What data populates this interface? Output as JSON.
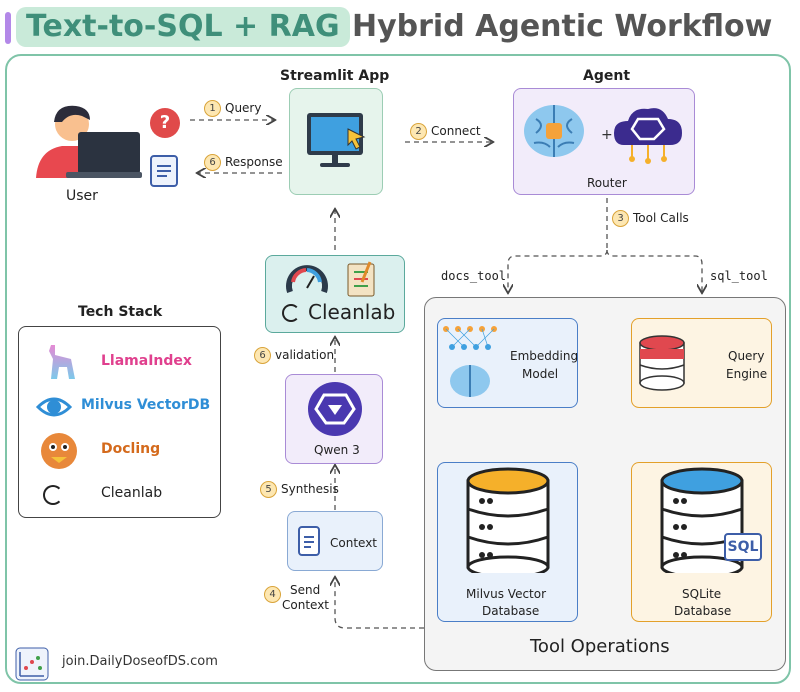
{
  "title": {
    "part1": "Text-to-SQL + RAG",
    "part2": "Hybrid Agentic Workflow"
  },
  "user": {
    "label": "User",
    "question_mark": "?"
  },
  "streamlit": {
    "title": "Streamlit App"
  },
  "agent": {
    "title": "Agent",
    "router_label": "Router",
    "plus": "+"
  },
  "steps": {
    "query": {
      "num": "1",
      "text": "Query"
    },
    "connect": {
      "num": "2",
      "text": "Connect"
    },
    "tool_calls": {
      "num": "3",
      "text": "Tool Calls"
    },
    "send_context": {
      "num": "4",
      "text_line1": "Send",
      "text_line2": "Context"
    },
    "synthesis": {
      "num": "5",
      "text": "Synthesis"
    },
    "response": {
      "num": "6",
      "text": "Response"
    },
    "validation": {
      "num": "6",
      "text": "validation"
    }
  },
  "tools": {
    "docs_tool": "docs_tool",
    "sql_tool": "sql_tool"
  },
  "tech_stack": {
    "title": "Tech Stack",
    "items": [
      {
        "name": "LlamaIndex",
        "color": "#e0408e"
      },
      {
        "name": "Milvus VectorDB",
        "color": "#2f8ed6"
      },
      {
        "name": "Docling",
        "color": "#d46a1c"
      },
      {
        "name": "Cleanlab",
        "color": "#222222"
      }
    ]
  },
  "cleanlab_box": {
    "name": "Cleanlab"
  },
  "qwen": {
    "label": "Qwen 3"
  },
  "context_box": {
    "label": "Context"
  },
  "tool_ops": {
    "title": "Tool Operations",
    "embedding": {
      "line1": "Embedding",
      "line2": "Model"
    },
    "query_engine": {
      "line1": "Query",
      "line2": "Engine"
    },
    "milvus_db": {
      "line1": "Milvus Vector",
      "line2": "Database"
    },
    "sqlite_db": {
      "line1": "SQLite",
      "line2": "Database",
      "badge": "SQL"
    }
  },
  "footer": {
    "text": "join.DailyDoseofDS.com"
  },
  "colors": {
    "title_bg": "#c9ead9",
    "title_fg": "#3f8f7a",
    "frame": "#7fc4a8",
    "agent_border": "#a98bd6",
    "tool_blue": "#4a7ec7",
    "tool_orange": "#e3a02a"
  }
}
